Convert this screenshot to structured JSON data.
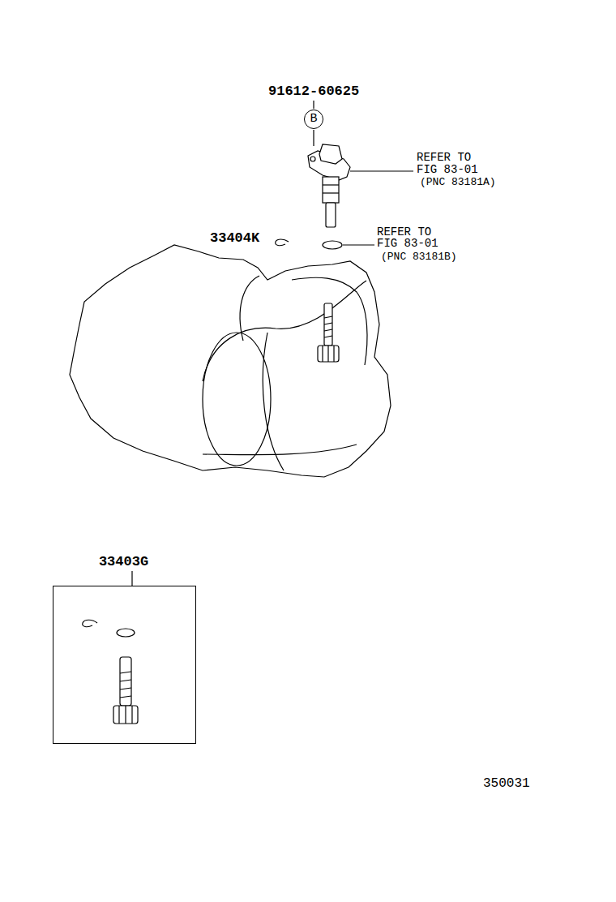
{
  "diagram": {
    "nodes": [
      {
        "text": [
          "B"
        ]
      },
      {
        "text": [
          "33403G"
        ]
      }
    ],
    "labels": [
      "91612-60625",
      "REFER TO",
      "FIG 83-01",
      "(PNC 83181A)",
      "33404K",
      "REFER TO",
      "FIG 83-01",
      "(PNC 83181B)",
      "350031"
    ]
  }
}
